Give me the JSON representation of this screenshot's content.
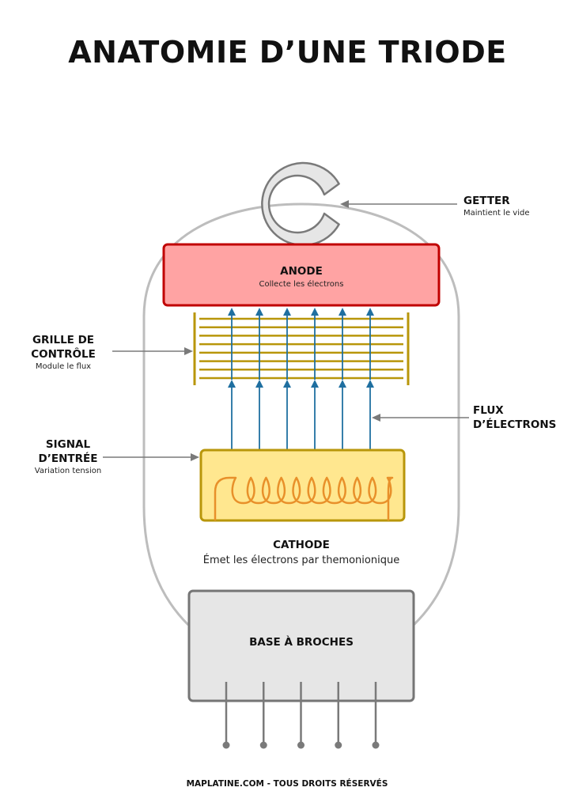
{
  "title": "ANATOMIE D’UNE TRIODE",
  "components": {
    "getter": {
      "name": "GETTER",
      "desc": "Maintient le vide"
    },
    "anode": {
      "name": "ANODE",
      "desc": "Collecte les électrons"
    },
    "grid": {
      "name_line1": "GRILLE DE",
      "name_line2": "CONTRÔLE",
      "desc": "Module le flux"
    },
    "flux": {
      "name_line1": "FLUX",
      "name_line2": "D’ÉLECTRONS"
    },
    "signal": {
      "name_line1": "SIGNAL",
      "name_line2": "D’ENTRÉE",
      "desc": "Variation tension"
    },
    "cathode": {
      "name": "CATHODE",
      "desc": "Émet les électrons par themonionique"
    },
    "base": {
      "name": "BASE À BROCHES",
      "pin_count": 5
    }
  },
  "electron_stream_count": 6,
  "grid_wire_count": 8,
  "colors": {
    "anode_fill": "#ffa3a3",
    "anode_stroke": "#c00000",
    "cathode_fill": "#ffe78f",
    "cathode_stroke": "#b8960a",
    "filament": "#e8902a",
    "grid": "#b8960a",
    "electron": "#1f6fa0",
    "glass": "#bdbdbd",
    "getter_fill": "#e6e6e6",
    "getter_stroke": "#7a7a7a",
    "base_fill": "#e6e6e6",
    "base_stroke": "#757575",
    "leader": "#7a7a7a"
  },
  "footer": "MAPLATINE.COM - TOUS DROITS RÉSERVÉS"
}
